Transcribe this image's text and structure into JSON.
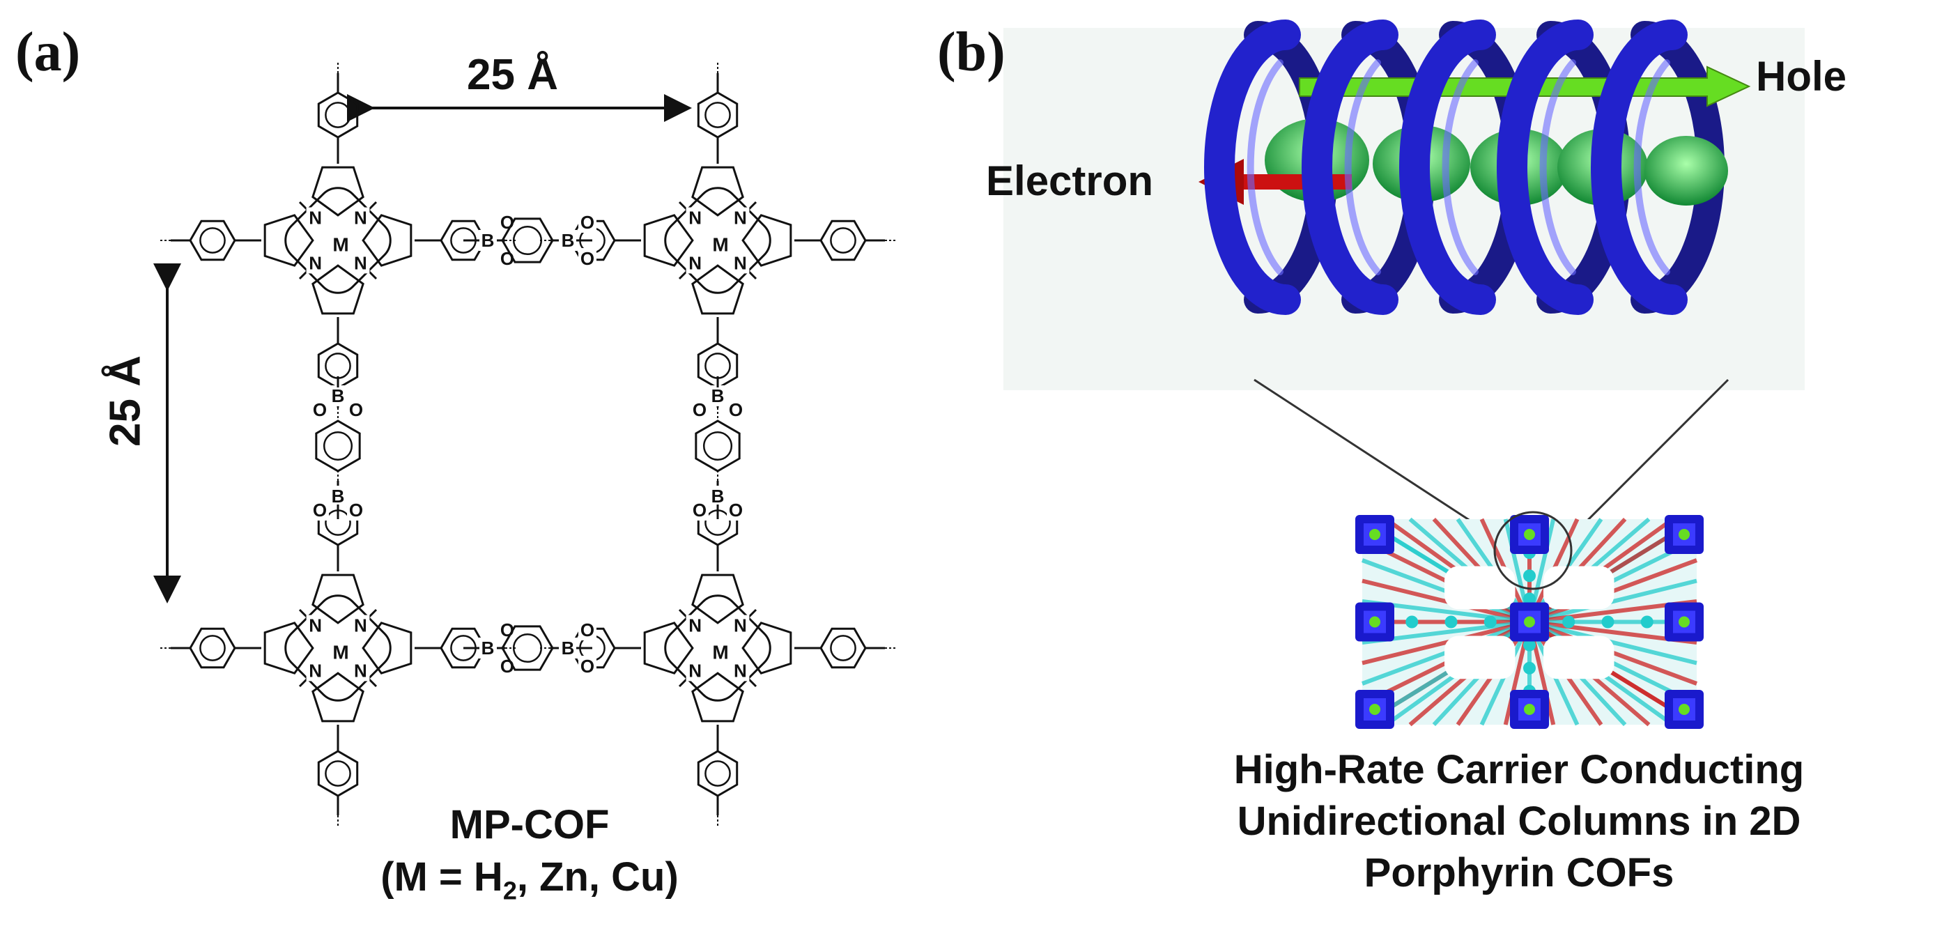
{
  "panel_a": {
    "label": "(a)",
    "dim_horizontal": "25 Å",
    "dim_vertical": "25 Å",
    "atom_labels": {
      "nitrogen": "N",
      "metal": "M",
      "boron": "B",
      "oxygen": "O"
    },
    "compound_name": "MP-COF",
    "compound_formula_prefix": "(M = H",
    "compound_formula_subscript": "2",
    "compound_formula_suffix": ", Zn, Cu)"
  },
  "panel_b": {
    "label": "(b)",
    "hole_label": "Hole",
    "electron_label": "Electron",
    "caption_lines": [
      "High-Rate Carrier Conducting",
      "Unidirectional Columns in 2D",
      "Porphyrin COFs"
    ]
  },
  "colors": {
    "ring_blue": "#2222cc",
    "hole_arrow_green": "#66dd22",
    "electron_arrow_red": "#cc1111",
    "cyan_atom": "#22cccc",
    "red_atom": "#cc2222"
  }
}
